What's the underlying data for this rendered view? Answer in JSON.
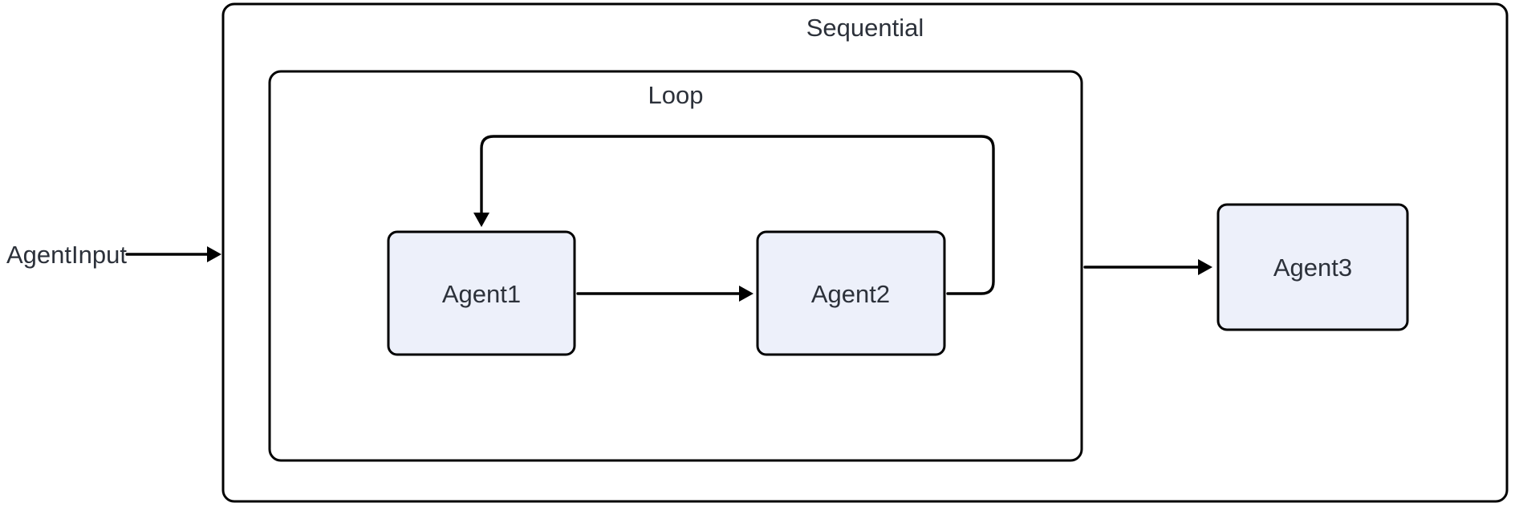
{
  "diagram": {
    "type": "flowchart",
    "outer_container_label": "Sequential",
    "inner_container_label": "Loop",
    "input_label": "AgentInput",
    "nodes": [
      {
        "id": "agent1",
        "label": "Agent1"
      },
      {
        "id": "agent2",
        "label": "Agent2"
      },
      {
        "id": "agent3",
        "label": "Agent3"
      }
    ],
    "edges": [
      {
        "from": "AgentInput",
        "to": "Sequential"
      },
      {
        "from": "Agent1",
        "to": "Agent2"
      },
      {
        "from": "Agent2",
        "to": "Agent1",
        "kind": "loop-back"
      },
      {
        "from": "Loop",
        "to": "Agent3"
      }
    ]
  },
  "colors": {
    "node_fill": "#edf0fa",
    "stroke": "#000000",
    "text": "#2c313a",
    "background": "#ffffff"
  }
}
